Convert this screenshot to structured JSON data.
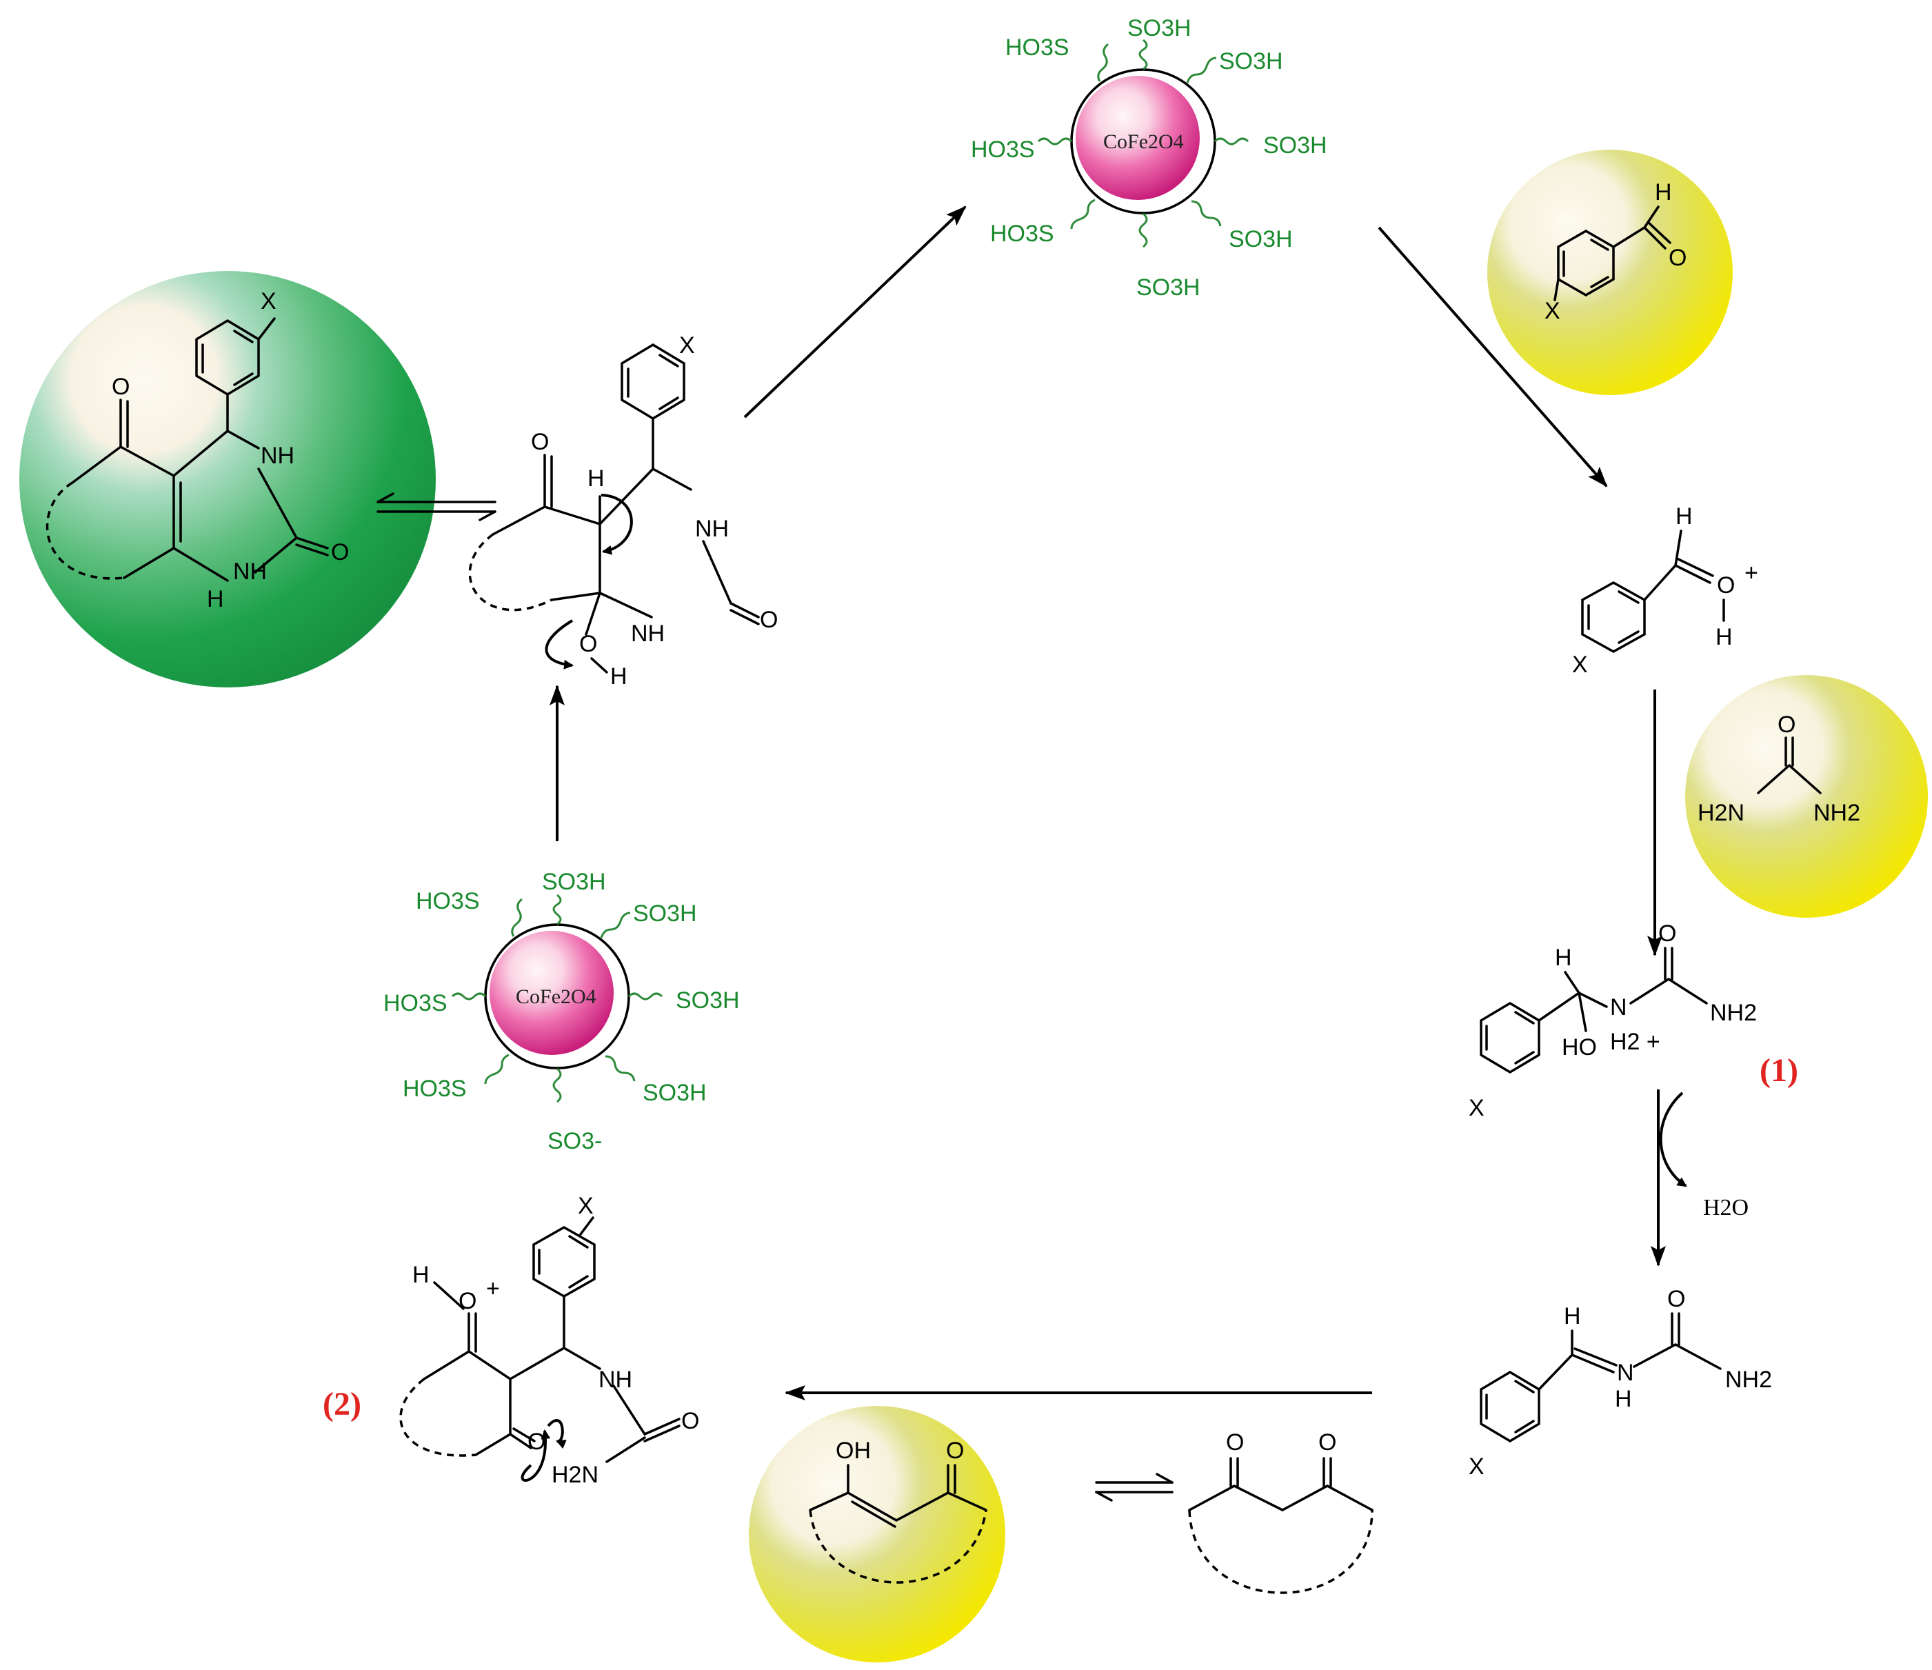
{
  "catalyst": {
    "top_core": "CoFe2O4",
    "bottom_core": "CoFe2O4",
    "group": "SO3H",
    "group_left": "HO3S",
    "group_anion": "SO3-"
  },
  "labels": {
    "intermediate_1": "(1)",
    "intermediate_2": "(2)",
    "water": "H2O",
    "X": "X",
    "H": "H",
    "O": "O",
    "OH": "OH",
    "HO": "HO",
    "NH": "NH",
    "NH2": "NH2",
    "H2N": "H2N",
    "N": "N",
    "H2plus": "H2 +",
    "plus": "+"
  },
  "colors": {
    "catalyst_pink": "#e8409a",
    "sulfonic_green": "#1a8a2e",
    "product_green": "#1aa047",
    "reagent_yellow": "#f2e600",
    "label_red": "#e0241f"
  }
}
